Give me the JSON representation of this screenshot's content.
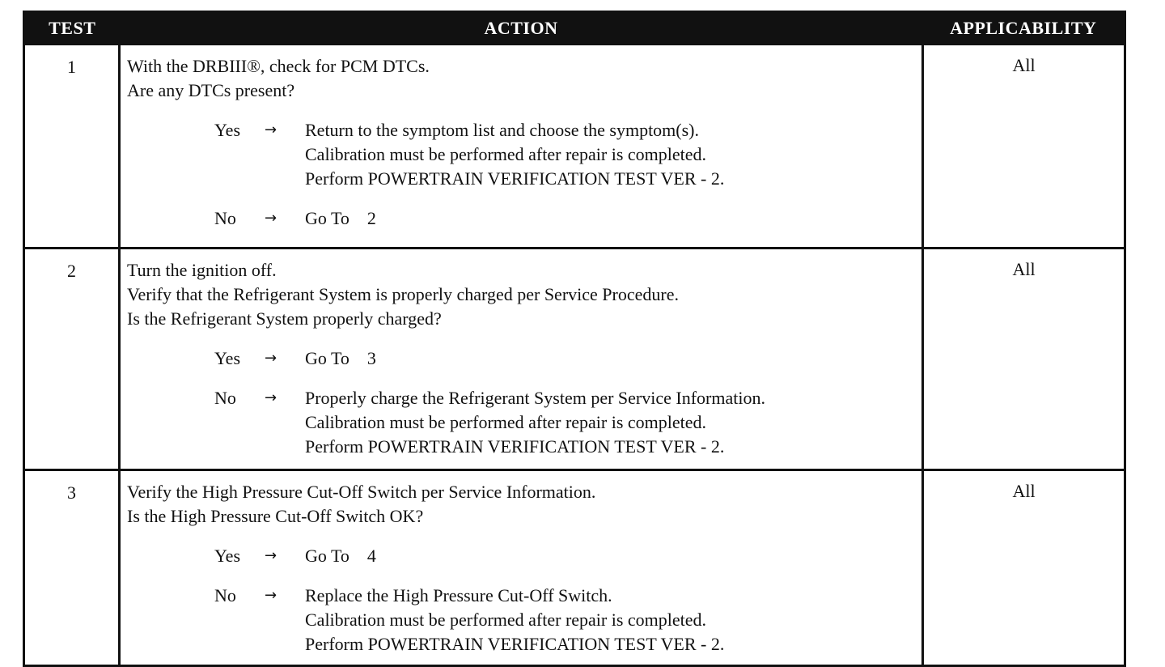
{
  "headers": {
    "test": "TEST",
    "action": "ACTION",
    "applicability": "APPLICABILITY"
  },
  "rows": [
    {
      "test": "1",
      "question": [
        "With the DRBIII®, check for PCM DTCs.",
        "Are any DTCs present?"
      ],
      "yes": {
        "label": "Yes",
        "arrow": "→",
        "lines": [
          "Return to the symptom list and choose the symptom(s).",
          "Calibration must be performed after repair is completed.",
          "Perform POWERTRAIN VERIFICATION TEST VER - 2."
        ]
      },
      "no": {
        "label": "No",
        "arrow": "→",
        "goto": "Go To",
        "goto_num": "2"
      },
      "applicability": "All"
    },
    {
      "test": "2",
      "question": [
        "Turn the ignition off.",
        "Verify that the Refrigerant System is properly charged per Service Procedure.",
        "Is the Refrigerant System properly charged?"
      ],
      "yes": {
        "label": "Yes",
        "arrow": "→",
        "goto": "Go To",
        "goto_num": "3"
      },
      "no": {
        "label": "No",
        "arrow": "→",
        "lines": [
          "Properly charge the Refrigerant System per Service Information.",
          "Calibration must be performed after repair is completed.",
          "Perform POWERTRAIN VERIFICATION TEST VER - 2."
        ]
      },
      "applicability": "All"
    },
    {
      "test": "3",
      "question": [
        "Verify the High Pressure Cut-Off Switch per Service Information.",
        "Is the High Pressure Cut-Off Switch OK?"
      ],
      "yes": {
        "label": "Yes",
        "arrow": "→",
        "goto": "Go To",
        "goto_num": "4"
      },
      "no": {
        "label": "No",
        "arrow": "→",
        "lines": [
          "Replace the High Pressure Cut-Off Switch.",
          "Calibration must be performed after repair is completed.",
          "Perform POWERTRAIN VERIFICATION TEST VER - 2."
        ]
      },
      "applicability": "All"
    }
  ]
}
